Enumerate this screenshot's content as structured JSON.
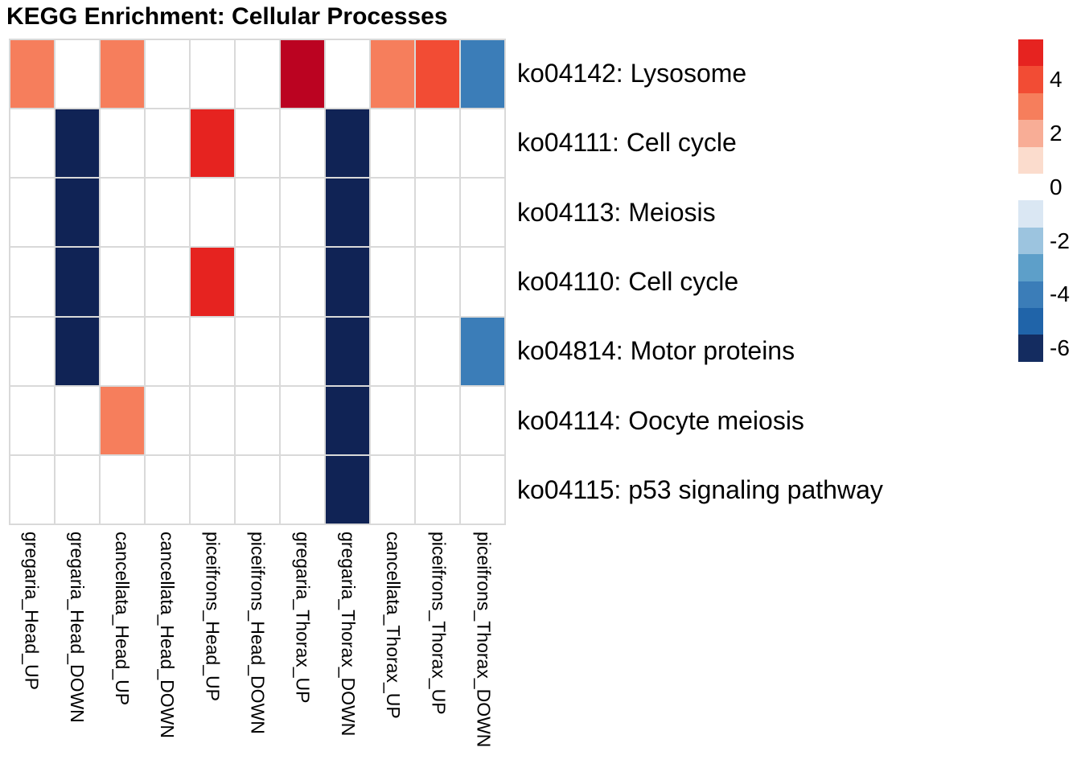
{
  "figure": {
    "title": "KEGG Enrichment: Cellular Processes",
    "background": "#ffffff",
    "grid_line_color": "#d9d9d9"
  },
  "chart_data": {
    "type": "heatmap",
    "title": "KEGG Enrichment: Cellular Processes",
    "rows": [
      "ko04142: Lysosome",
      "ko04111: Cell cycle",
      "ko04113: Meiosis",
      "ko04110: Cell cycle",
      "ko04814: Motor proteins",
      "ko04114: Oocyte meiosis",
      "ko04115: p53 signaling pathway"
    ],
    "columns": [
      "gregaria_Head_UP",
      "gregaria_Head_DOWN",
      "cancellata_Head_UP",
      "cancellata_Head_DOWN",
      "piceifrons_Head_UP",
      "piceifrons_Head_DOWN",
      "gregaria_Thorax_UP",
      "gregaria_Thorax_DOWN",
      "cancellata_Thorax_UP",
      "piceifrons_Thorax_UP",
      "piceifrons_Thorax_DOWN"
    ],
    "values": [
      [
        3,
        null,
        3,
        null,
        null,
        null,
        6,
        null,
        3,
        4,
        -4
      ],
      [
        null,
        -7,
        null,
        null,
        5,
        null,
        null,
        -7,
        null,
        null,
        null
      ],
      [
        null,
        -7,
        null,
        null,
        null,
        null,
        null,
        -7,
        null,
        null,
        null
      ],
      [
        null,
        -7,
        null,
        null,
        5,
        null,
        null,
        -7,
        null,
        null,
        null
      ],
      [
        null,
        -7,
        null,
        null,
        null,
        null,
        null,
        -7,
        null,
        null,
        -4
      ],
      [
        null,
        null,
        3,
        null,
        null,
        null,
        null,
        -7,
        null,
        null,
        null
      ],
      [
        null,
        null,
        null,
        null,
        null,
        null,
        null,
        -7,
        null,
        null,
        null
      ]
    ],
    "empty_cell_color": "#ffffff",
    "legend": {
      "position": "right",
      "tick_labels": [
        "4",
        "2",
        "0",
        "-2",
        "-4",
        "-6"
      ],
      "tick_values": [
        4,
        2,
        0,
        -2,
        -4,
        -6
      ],
      "block_values": [
        5,
        4,
        3,
        2,
        1,
        0,
        -1,
        -2,
        -3,
        -4,
        -5,
        -6
      ],
      "block_colors": [
        "#e62320",
        "#f24c34",
        "#f67e5c",
        "#f8ad96",
        "#fbdccd",
        "#ffffff",
        "#dae7f3",
        "#9cc4df",
        "#5d9fc9",
        "#3b7db8",
        "#2064a9",
        "#142c60"
      ],
      "extreme_red": "#bb0321",
      "extreme_blue": "#102355",
      "value_max": 5.5,
      "value_min": -6.5
    }
  }
}
